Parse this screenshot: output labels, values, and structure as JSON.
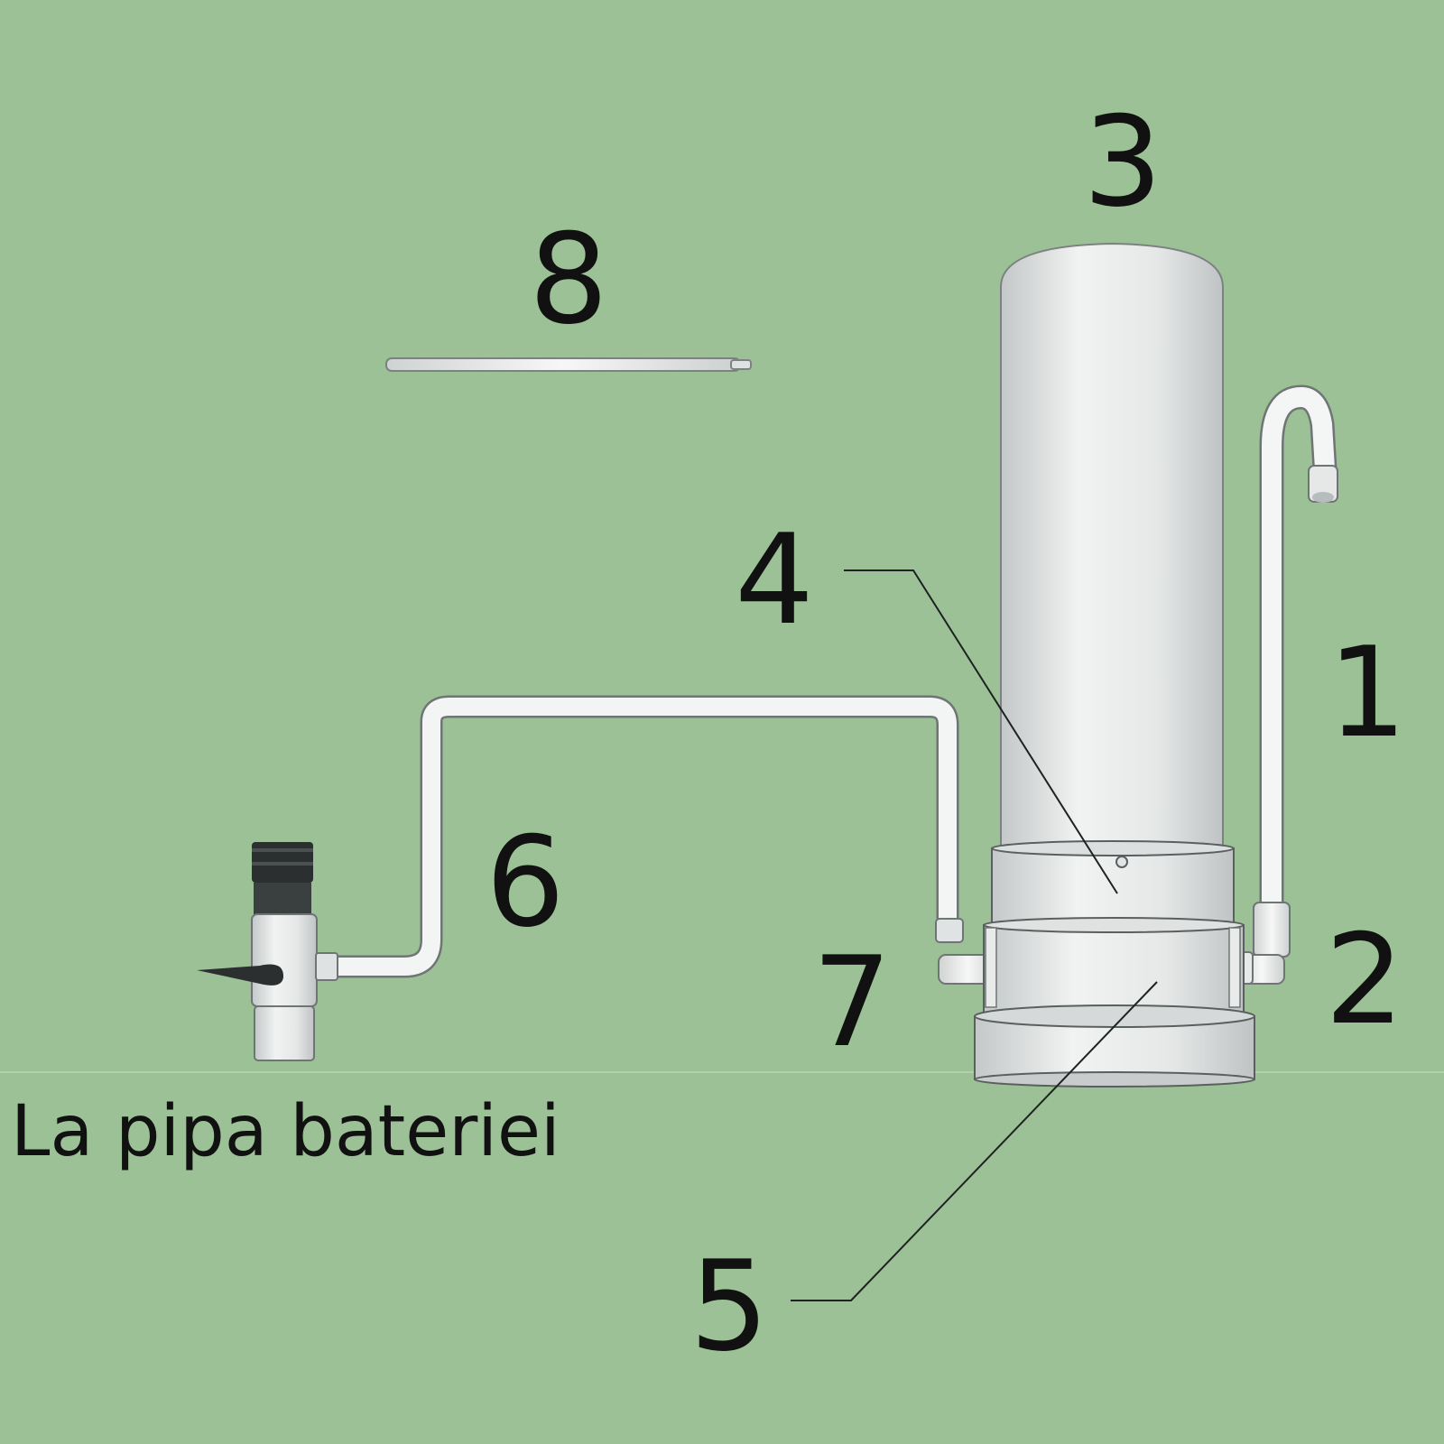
{
  "colors": {
    "background": "#9dc196",
    "part_fill": "#e9eaea",
    "part_shade": "#c9cccc",
    "outline": "#5a5f5f",
    "text": "#111111",
    "cap_dark": "#2b2f30"
  },
  "labels": {
    "n1": "1",
    "n2": "2",
    "n3": "3",
    "n4": "4",
    "n5": "5",
    "n6": "6",
    "n7": "7",
    "n8": "8"
  },
  "caption": "La pipa bateriei"
}
